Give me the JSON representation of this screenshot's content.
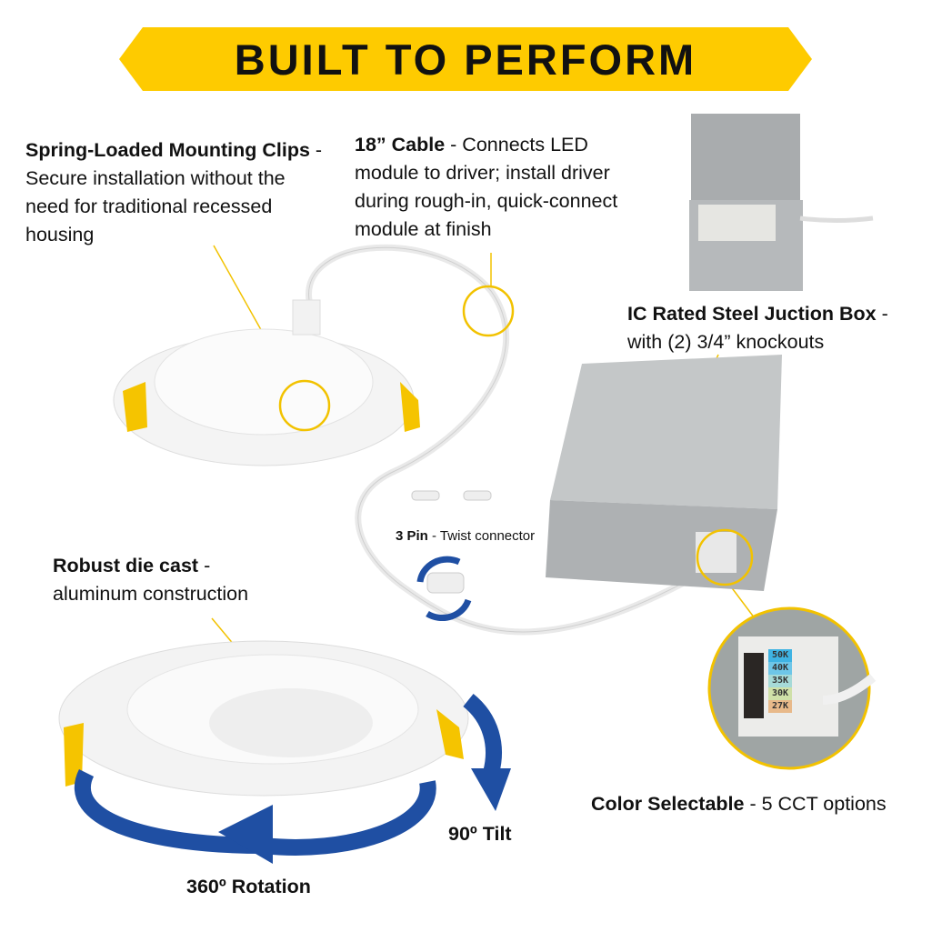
{
  "banner": {
    "title": "BUILT TO PERFORM",
    "color": "#fecb00"
  },
  "callouts": {
    "clips": {
      "title": "Spring-Loaded Mounting Clips",
      "desc": " - Secure installation without the need for traditional recessed housing"
    },
    "cable": {
      "title": "18” Cable",
      "desc": " - Connects LED module to driver; install driver during rough-in, quick-connect module at finish"
    },
    "box": {
      "title": "IC Rated Steel Juction Box",
      "desc": " - with (2) 3/4” knockouts"
    },
    "pin": {
      "title": "3 Pin",
      "desc": " - Twist connector"
    },
    "diecast": {
      "title": "Robust die cast",
      "desc": " - aluminum construction"
    },
    "color": {
      "title": "Color Selectable",
      "desc": " - 5 CCT options"
    },
    "tilt": {
      "title": "90º Tilt"
    },
    "rotation": {
      "title": "360º Rotation"
    }
  },
  "cct_options": [
    "50K",
    "40K",
    "35K",
    "30K",
    "27K"
  ],
  "colors": {
    "accent": "#fecb00",
    "arrow": "#1f4fa3",
    "box": "#b9bcbd"
  }
}
